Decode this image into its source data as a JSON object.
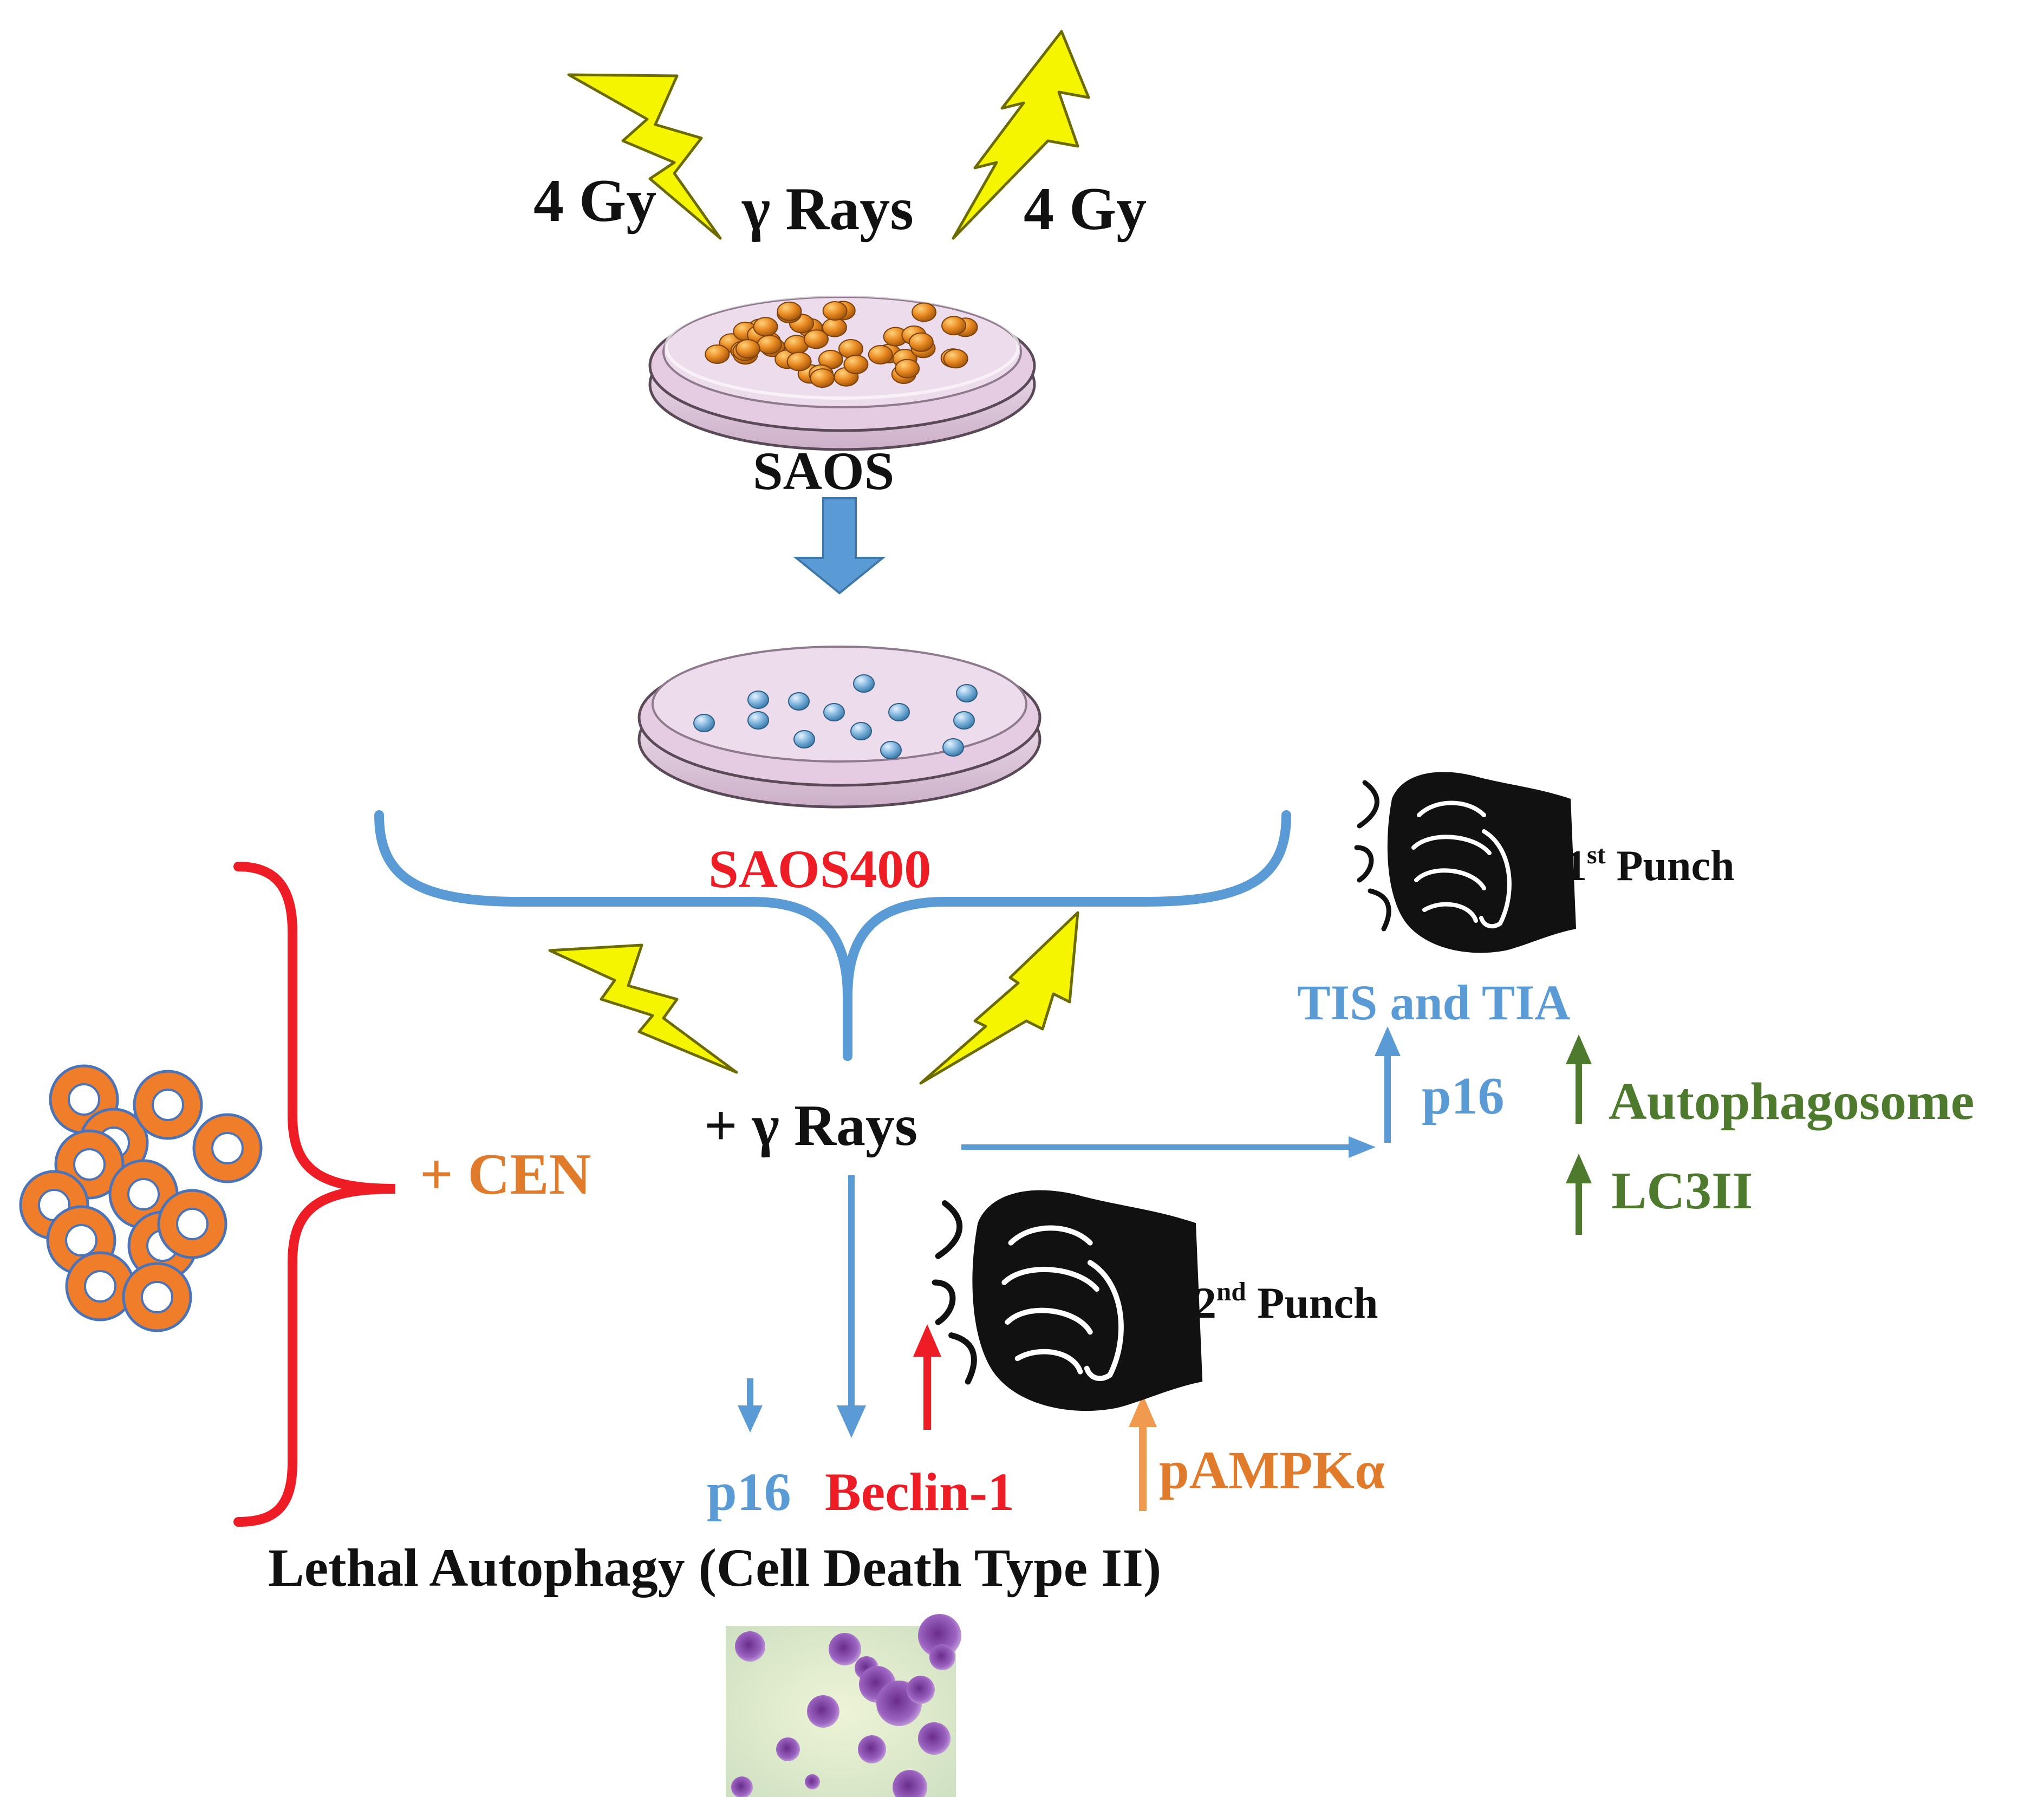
{
  "top": {
    "dose_left": "4 Gy",
    "dose_right": "4 Gy",
    "rays": "γ Rays",
    "cell_line": "SAOS"
  },
  "middle": {
    "resistant_line": "SAOS400",
    "treatment": "+ γ Rays",
    "drug": "+ CEN"
  },
  "first_punch": {
    "ordinal": "1",
    "ordinal_suffix": "st",
    "label": "Punch",
    "outcome": "TIS and TIA",
    "marker": "p16",
    "autophagosome": "Autophagosome",
    "lc3": "LC3II"
  },
  "second_punch": {
    "ordinal": "2",
    "ordinal_suffix": "nd",
    "label": "Punch",
    "p16": "p16",
    "beclin": "Beclin-1",
    "pampk": "pAMPKα"
  },
  "outcome": {
    "title": "Lethal Autophagy (Cell Death Type II)"
  },
  "colors": {
    "flow_blue": "#5b9bd5",
    "red": "#ee1c25",
    "orange": "#e07b2c",
    "green": "#4e7a2e",
    "bolt_yellow": "#f5f500",
    "dish_pink": "#e6cce3"
  },
  "icons": [
    "lightning-bolt-icon",
    "petri-dish-icon",
    "fist-icon",
    "cell-cluster-icon",
    "micrograph-image"
  ]
}
